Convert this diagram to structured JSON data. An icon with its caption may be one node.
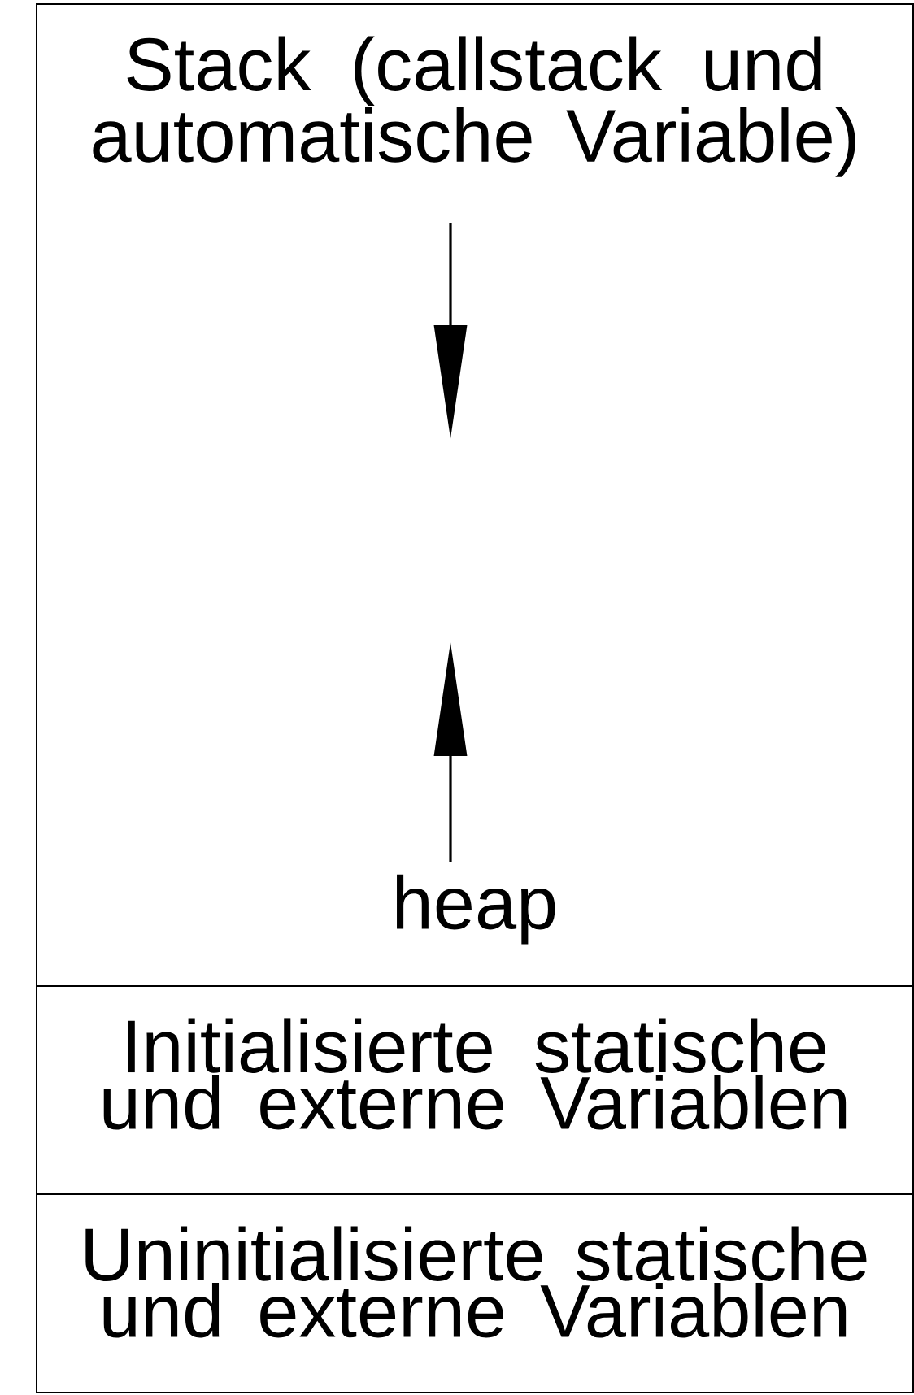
{
  "diagram": {
    "nodes": [
      {
        "text": [
          "Stack (callstack und automatische Variable)",
          "heap"
        ]
      },
      {
        "text": [
          "Initialisierte statische und externe Variablen"
        ]
      },
      {
        "text": [
          "Uninitialisierte statische und externe Variablen"
        ]
      }
    ]
  }
}
